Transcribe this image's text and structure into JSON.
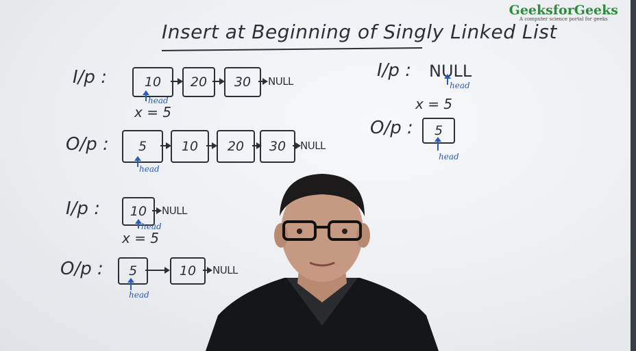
{
  "brand": {
    "name": "GeeksforGeeks",
    "tagline": "A computer science portal for geeks"
  },
  "title": "Insert at Beginning of Singly Linked List",
  "ex1": {
    "ip_label": "I/p :",
    "ip_nodes": [
      "10",
      "20",
      "30"
    ],
    "ip_tail": "NULL",
    "head": "head",
    "x": "x = 5",
    "op_label": "O/p :",
    "op_nodes": [
      "5",
      "10",
      "20",
      "30"
    ],
    "op_tail": "NULL"
  },
  "ex2": {
    "ip_label": "I/p :",
    "ip_nodes": [
      "10"
    ],
    "ip_tail": "NULL",
    "head": "head",
    "x": "x = 5",
    "op_label": "O/p :",
    "op_nodes": [
      "5",
      "10"
    ],
    "op_tail": "NULL"
  },
  "ex3": {
    "ip_label": "I/p :",
    "ip_value": "NULL",
    "head": "head",
    "x": "x = 5",
    "op_label": "O/p :",
    "op_nodes": [
      "5"
    ]
  },
  "colors": {
    "ink": "#2b2f36",
    "head_ink": "#2d5bb8",
    "brand": "#2e8b3e",
    "board": "#eceef1"
  }
}
